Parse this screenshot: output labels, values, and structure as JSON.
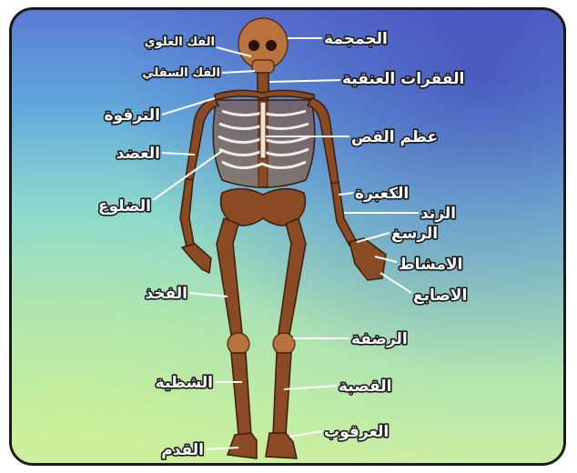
{
  "labels": {
    "skull": "الجمجمة",
    "upper_jaw": "الفك العلوي",
    "lower_jaw": "الفك السفلي",
    "cervical_vertebrae": "الفقرات العنقية",
    "clavicle": "الترقوة",
    "sternum": "عظم القص",
    "humerus": "العضد",
    "ribs": "الضلوع",
    "ulna": "الكعبرة",
    "radius": "الزند",
    "wrist": "الرسغ",
    "metacarpals": "الامشاط",
    "fingers": "الاصابع",
    "femur": "الفخذ",
    "patella": "الرضفة",
    "fibula": "الشظية",
    "tibia": "القصبة",
    "heel": "العرقوب",
    "foot": "القدم"
  },
  "colors": {
    "background_top": "#5a7cd4",
    "background_bottom": "#c9eea2",
    "bone": "#8a4a24",
    "label_text": "#ffffff",
    "label_outline": "#1a1a1a"
  }
}
